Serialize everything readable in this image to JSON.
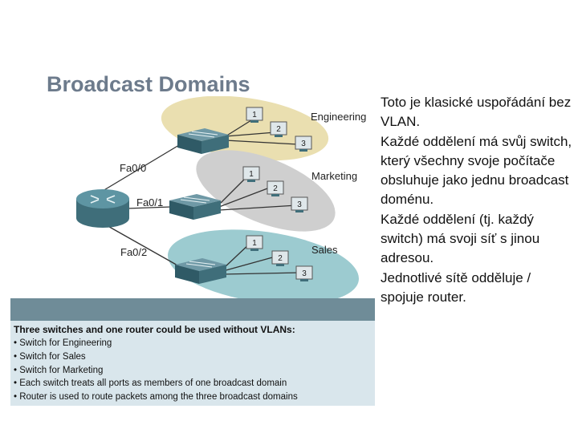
{
  "title": "Broadcast Domains",
  "diagram": {
    "groups": [
      {
        "name": "Engineering",
        "color": "#eadfb0"
      },
      {
        "name": "Marketing",
        "color": "#cfcfcf"
      },
      {
        "name": "Sales",
        "color": "#9ccbd0"
      }
    ],
    "interfaces": [
      "Fa0/0",
      "Fa0/1",
      "Fa0/2"
    ],
    "pc_numbers": [
      "1",
      "2",
      "3"
    ]
  },
  "info": {
    "heading": "Three switches and one router could be used without VLANs:",
    "items": [
      "Switch for Engineering",
      "Switch for Sales",
      "Switch for Marketing",
      "Each switch treats all ports as members of one broadcast domain",
      "Router is used to route packets among the three broadcast domains"
    ]
  },
  "side_text": [
    "Toto je klasické uspořádání bez VLAN.",
    "Každé oddělení má svůj switch, který všechny svoje počítače obsluhuje jako jednu broadcast doménu.",
    "Každé oddělení (tj. každý switch) má svoji síť s jinou adresou.",
    "Jednotlivé sítě odděluje / spojuje router."
  ]
}
